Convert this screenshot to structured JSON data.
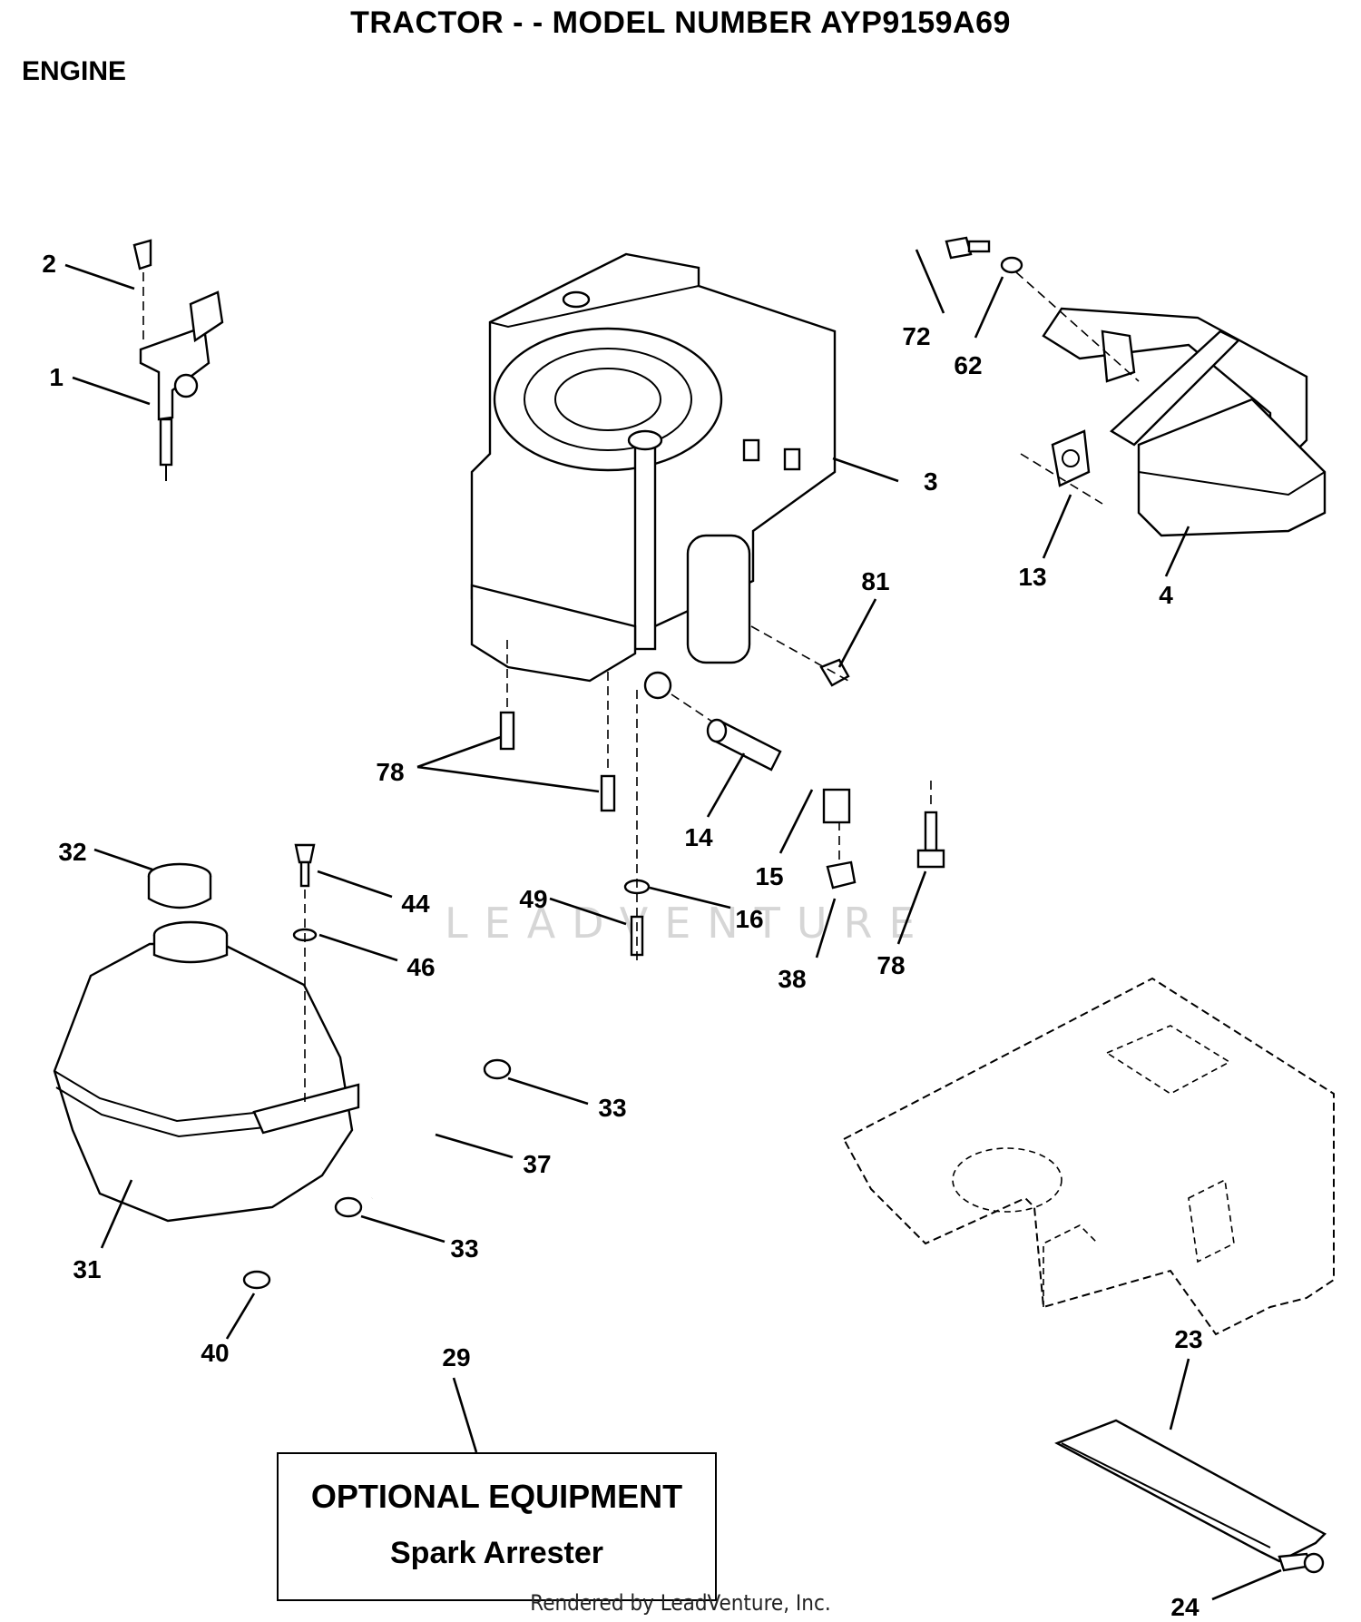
{
  "title": "TRACTOR - - MODEL NUMBER AYP9159A69",
  "section": "ENGINE",
  "callouts": [
    {
      "id": "c1",
      "label": "1"
    },
    {
      "id": "c2",
      "label": "2"
    },
    {
      "id": "c3",
      "label": "3"
    },
    {
      "id": "c4",
      "label": "4"
    },
    {
      "id": "c13",
      "label": "13"
    },
    {
      "id": "c14",
      "label": "14"
    },
    {
      "id": "c15",
      "label": "15"
    },
    {
      "id": "c16",
      "label": "16"
    },
    {
      "id": "c23",
      "label": "23"
    },
    {
      "id": "c24",
      "label": "24"
    },
    {
      "id": "c29",
      "label": "29"
    },
    {
      "id": "c31",
      "label": "31"
    },
    {
      "id": "c32",
      "label": "32"
    },
    {
      "id": "c33a",
      "label": "33"
    },
    {
      "id": "c33b",
      "label": "33"
    },
    {
      "id": "c37",
      "label": "37"
    },
    {
      "id": "c38",
      "label": "38"
    },
    {
      "id": "c40",
      "label": "40"
    },
    {
      "id": "c44",
      "label": "44"
    },
    {
      "id": "c46",
      "label": "46"
    },
    {
      "id": "c49",
      "label": "49"
    },
    {
      "id": "c62",
      "label": "62"
    },
    {
      "id": "c72",
      "label": "72"
    },
    {
      "id": "c78a",
      "label": "78"
    },
    {
      "id": "c78b",
      "label": "78"
    },
    {
      "id": "c81",
      "label": "81"
    }
  ],
  "optional": {
    "heading": "OPTIONAL EQUIPMENT",
    "item": "Spark Arrester"
  },
  "watermark": "LEADVENTURE",
  "footer": "Rendered by LeadVenture, Inc."
}
